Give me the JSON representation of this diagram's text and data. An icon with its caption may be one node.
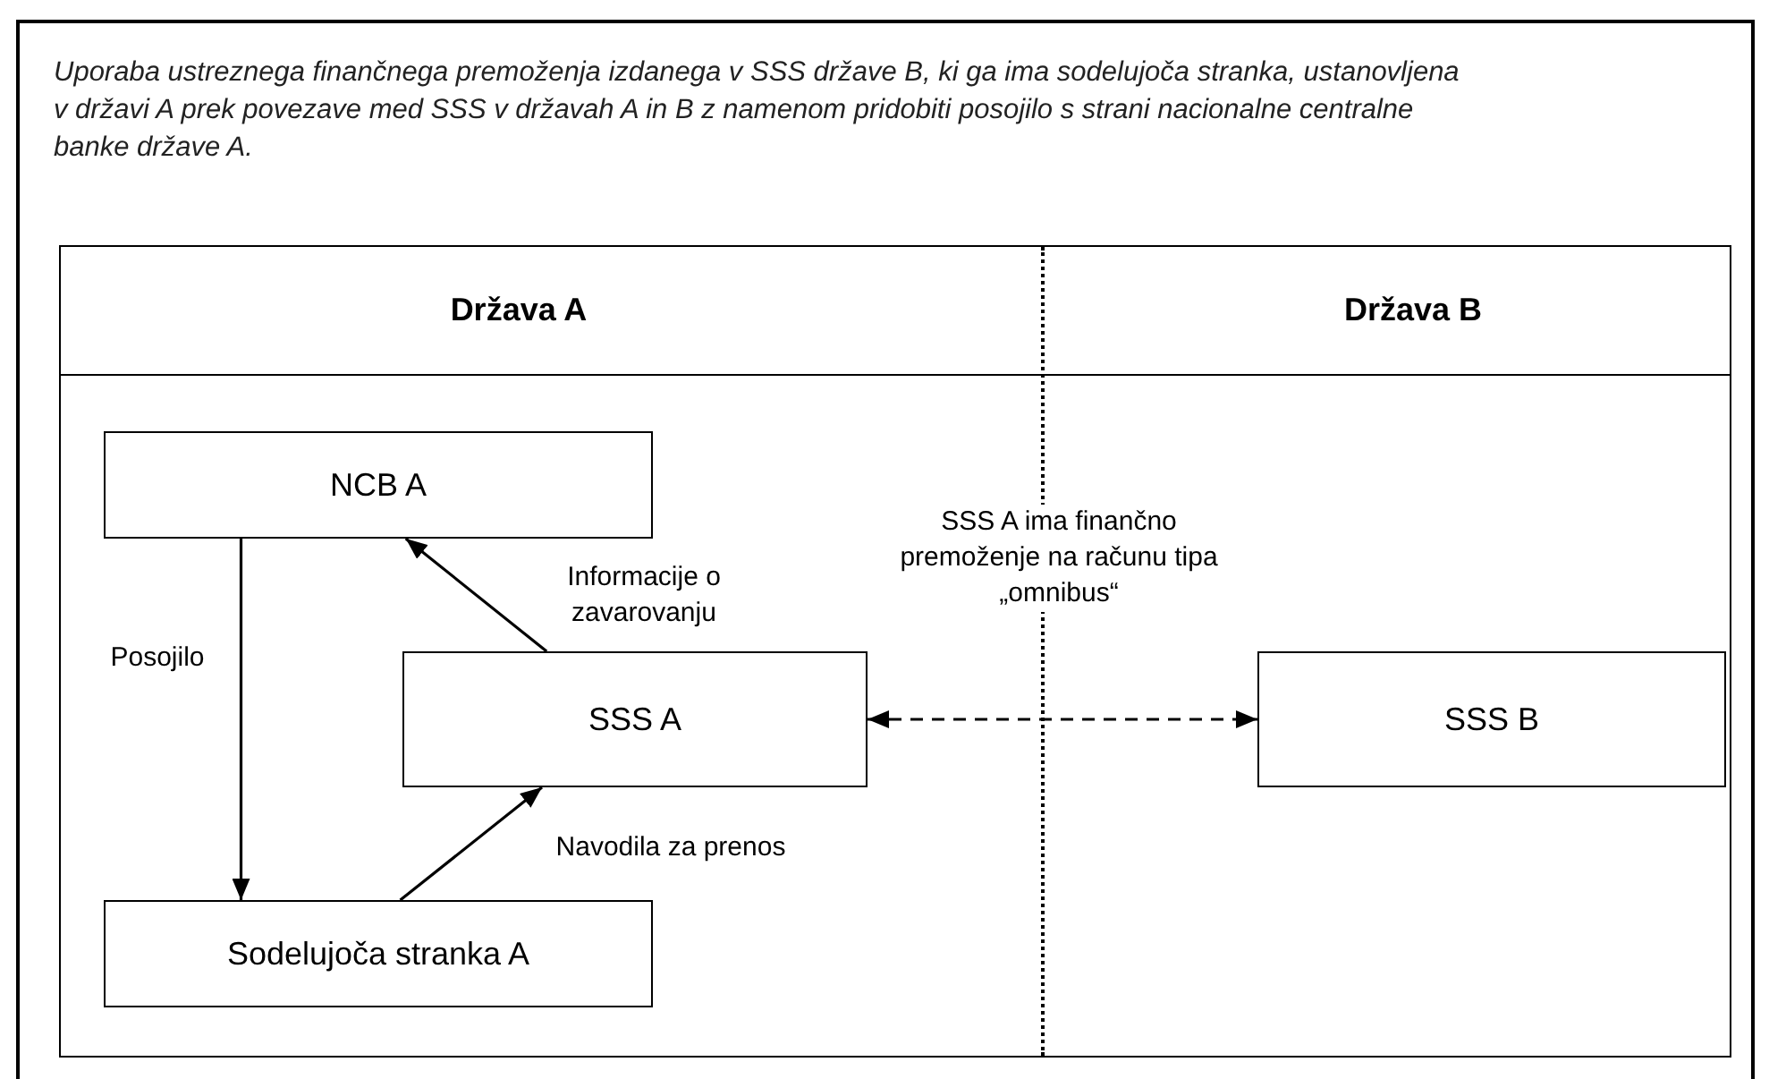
{
  "diagram": {
    "title": "Uporaba ustreznega finančnega premoženja izdanega v SSS države B, ki ga ima sodelujoča stranka, ustanovljena v državi A prek povezave med SSS v državah A in B z namenom pridobiti posojilo s strani nacionalne centralne banke države A.",
    "nodes": [
      {
        "text": [
          "NCB A"
        ]
      },
      {
        "text": [
          "SSS A"
        ]
      },
      {
        "text": [
          "Sodelujoča stranka A"
        ]
      },
      {
        "text": [
          "SSS B"
        ]
      }
    ],
    "edges": [
      {
        "from": 0,
        "to": 2,
        "arrow": "to",
        "label": "Posojilo"
      },
      {
        "from": 1,
        "to": 0,
        "arrow": "to",
        "label": "Informacije o zavarovanju"
      },
      {
        "from": 2,
        "to": 1,
        "arrow": "to",
        "label": "Navodila za prenos"
      },
      {
        "from": 1,
        "to": 3,
        "arrow": "both",
        "style": "dashed",
        "label": "SSS A ima finančno premoženje na računu tipa „omnibus“"
      }
    ],
    "labels": [
      "Država A",
      "Država B"
    ]
  }
}
